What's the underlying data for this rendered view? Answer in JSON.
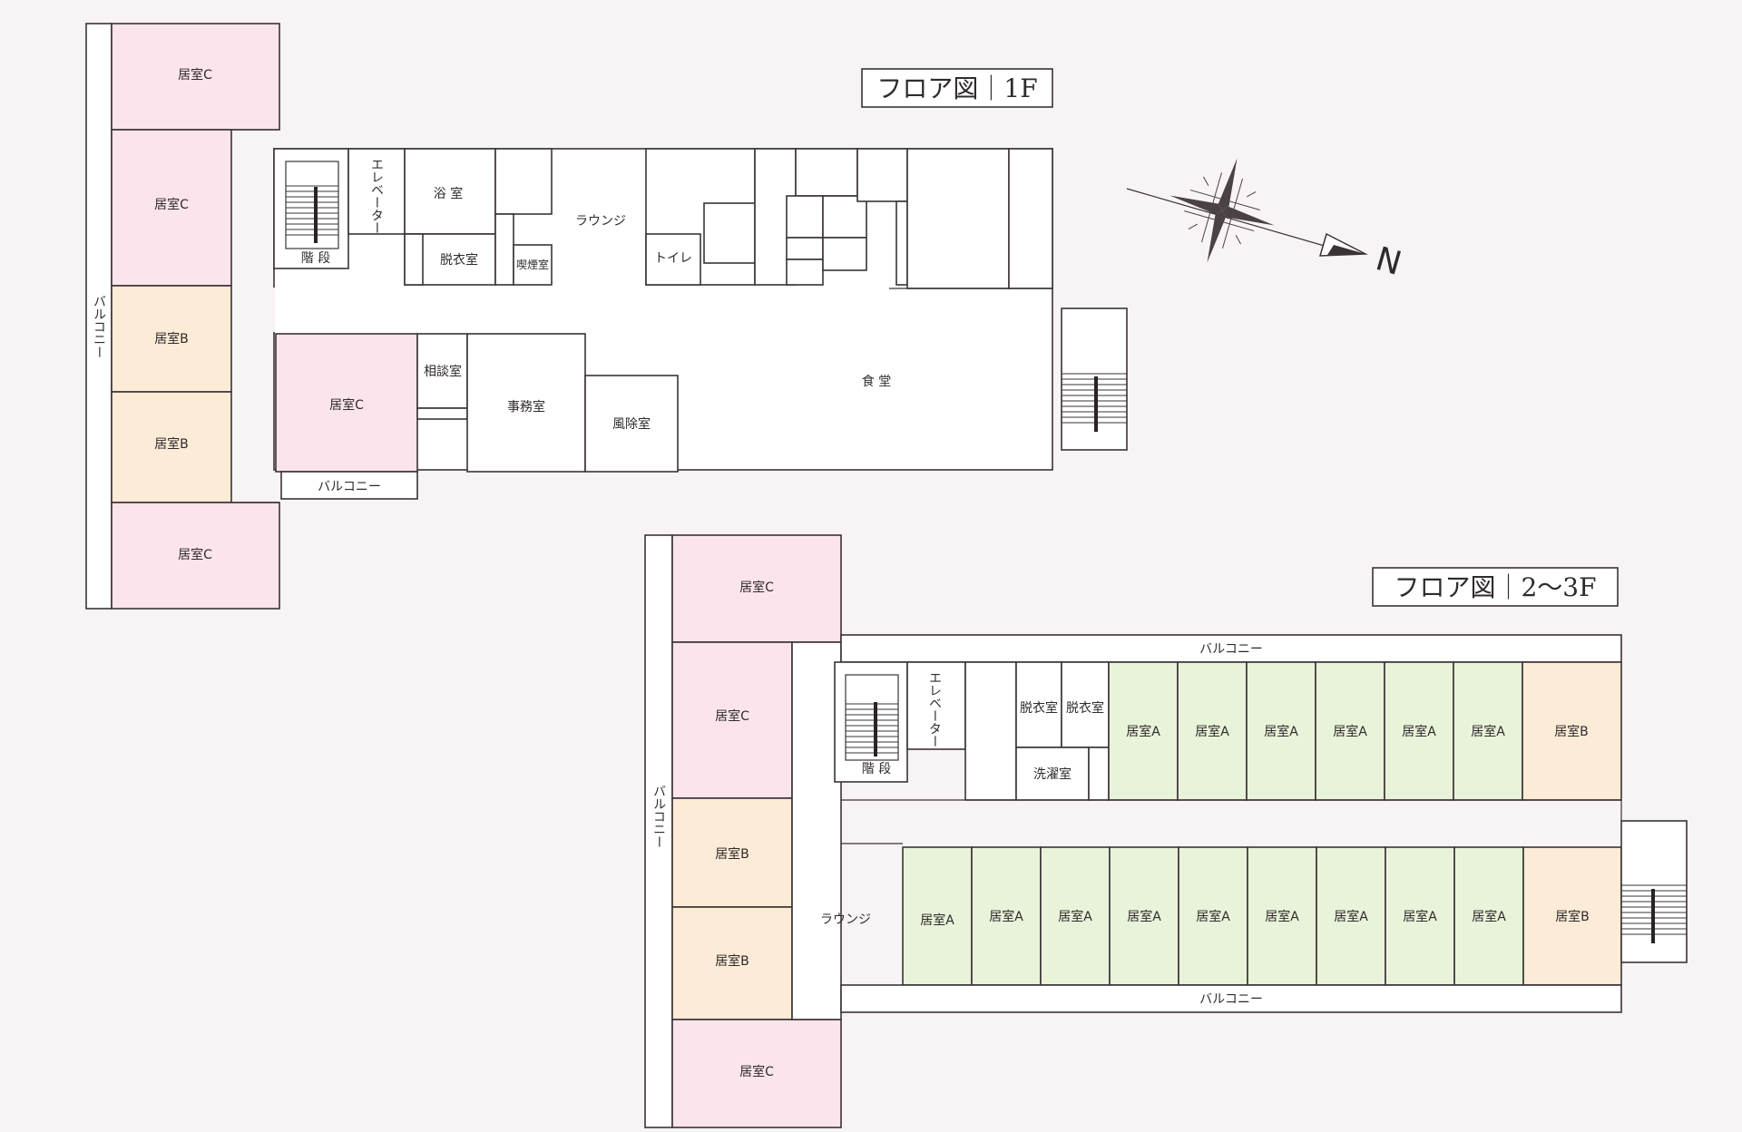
{
  "titles": {
    "floor1": "フロア図｜1F",
    "floor23": "フロア図｜2〜3F",
    "north": "N"
  },
  "rooms": {
    "room_a": "居室A",
    "room_b": "居室B",
    "room_c": "居室C",
    "balcony": "バルコニー",
    "stairs": "階 段",
    "elevator": "エレベーター",
    "bath": "浴 室",
    "changing": "脱衣室",
    "smoking": "喫煙室",
    "lounge": "ラウンジ",
    "toilet": "トイレ",
    "consult": "相談室",
    "office": "事務室",
    "windbreak": "風除室",
    "dining": "食 堂",
    "laundry": "洗濯室"
  },
  "colors": {
    "room_a": "#e8f3d9",
    "room_b": "#fcebd6",
    "room_c": "#fbe4ec"
  }
}
